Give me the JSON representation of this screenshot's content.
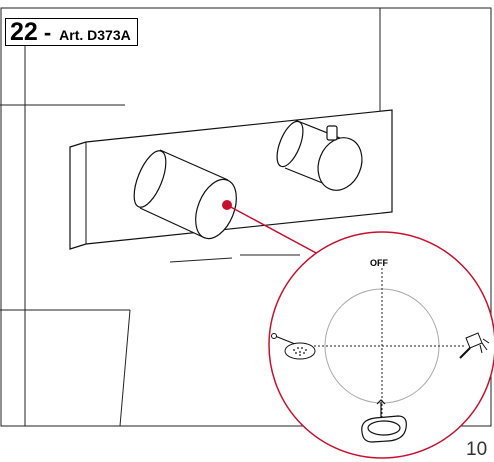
{
  "header": {
    "number": "22",
    "dash": "-",
    "article": "Art. D373A"
  },
  "diagram": {
    "off_label": "OFF",
    "accent_color": "#c8102e",
    "icons": [
      "shower-head-icon",
      "hand-shower-icon",
      "bathtub-icon"
    ]
  },
  "page": {
    "number": "10"
  }
}
